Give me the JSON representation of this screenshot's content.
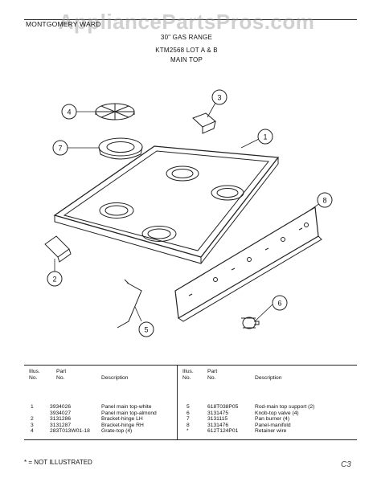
{
  "header": {
    "brand": "MONTGOMERY WARD",
    "watermark": "AppliancePartsPros.com",
    "line1": "30\" GAS RANGE",
    "line2": "KTM2568 LOT A & B",
    "line3": "MAIN TOP"
  },
  "callouts": [
    "1",
    "2",
    "3",
    "4",
    "5",
    "6",
    "7",
    "8"
  ],
  "table": {
    "col_headers": {
      "illus": "Illus.",
      "no": "No.",
      "part": "Part",
      "description": "Description"
    },
    "left_rows": [
      {
        "illus": "1",
        "part": "3934026",
        "desc": "Panel main top-white"
      },
      {
        "illus": "",
        "part": "3934027",
        "desc": "Panel main top-almond"
      },
      {
        "illus": "2",
        "part": "3131286",
        "desc": "Bracket-hinge LH"
      },
      {
        "illus": "3",
        "part": "3131287",
        "desc": "Bracket-hinge RH"
      },
      {
        "illus": "4",
        "part": "283T013W01-18",
        "desc": "Grate-top (4)"
      }
    ],
    "right_rows": [
      {
        "illus": "5",
        "part": "618T038P05",
        "desc": "Rod-main top support (2)"
      },
      {
        "illus": "6",
        "part": "3131475",
        "desc": "Knob-top valve (4)"
      },
      {
        "illus": "7",
        "part": "3131115",
        "desc": "Pan burner (4)"
      },
      {
        "illus": "8",
        "part": "3131476",
        "desc": "Panel-manifold"
      },
      {
        "illus": "*",
        "part": "612T124P01",
        "desc": "Retainer wire"
      }
    ]
  },
  "footer": {
    "note": "* = NOT ILLUSTRATED",
    "initials": "C3"
  }
}
